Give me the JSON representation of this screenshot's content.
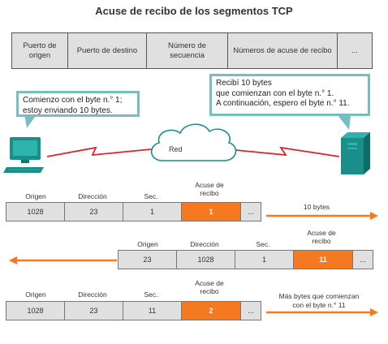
{
  "title": "Acuse de recibo de los segmentos TCP",
  "header": {
    "cells": [
      "Puerto de\norigen",
      "Puerto de destino",
      "Número de\nsecuencia",
      "Números de acuse de recibo",
      "..."
    ]
  },
  "bubbles": {
    "left": "Comienzo con el byte n.° 1;\nestoy enviando 10 bytes.",
    "right": "Recibí 10 bytes\nque comienzan con el byte n.° 1.\nA continuación, espero el byte n.° 11."
  },
  "cloud_label": "Red",
  "labels": {
    "origen": "Origen",
    "direccion": "Dirección",
    "sec": "Sec.",
    "acuse": "Acuse de\nrecibo"
  },
  "rows": [
    {
      "values": [
        "1028",
        "23",
        "1",
        "1",
        "..."
      ],
      "note": "10 bytes"
    },
    {
      "values": [
        "23",
        "1028",
        "1",
        "11",
        "..."
      ],
      "note": ""
    },
    {
      "values": [
        "1028",
        "23",
        "11",
        "2",
        "..."
      ],
      "note": "Más bytes que comienzan\ncon el byte n.° 11"
    }
  ],
  "colors": {
    "accent": "#f47920",
    "bubble_border": "#78bcc4",
    "device": "#1a8f8a",
    "link": "#d9262c"
  }
}
